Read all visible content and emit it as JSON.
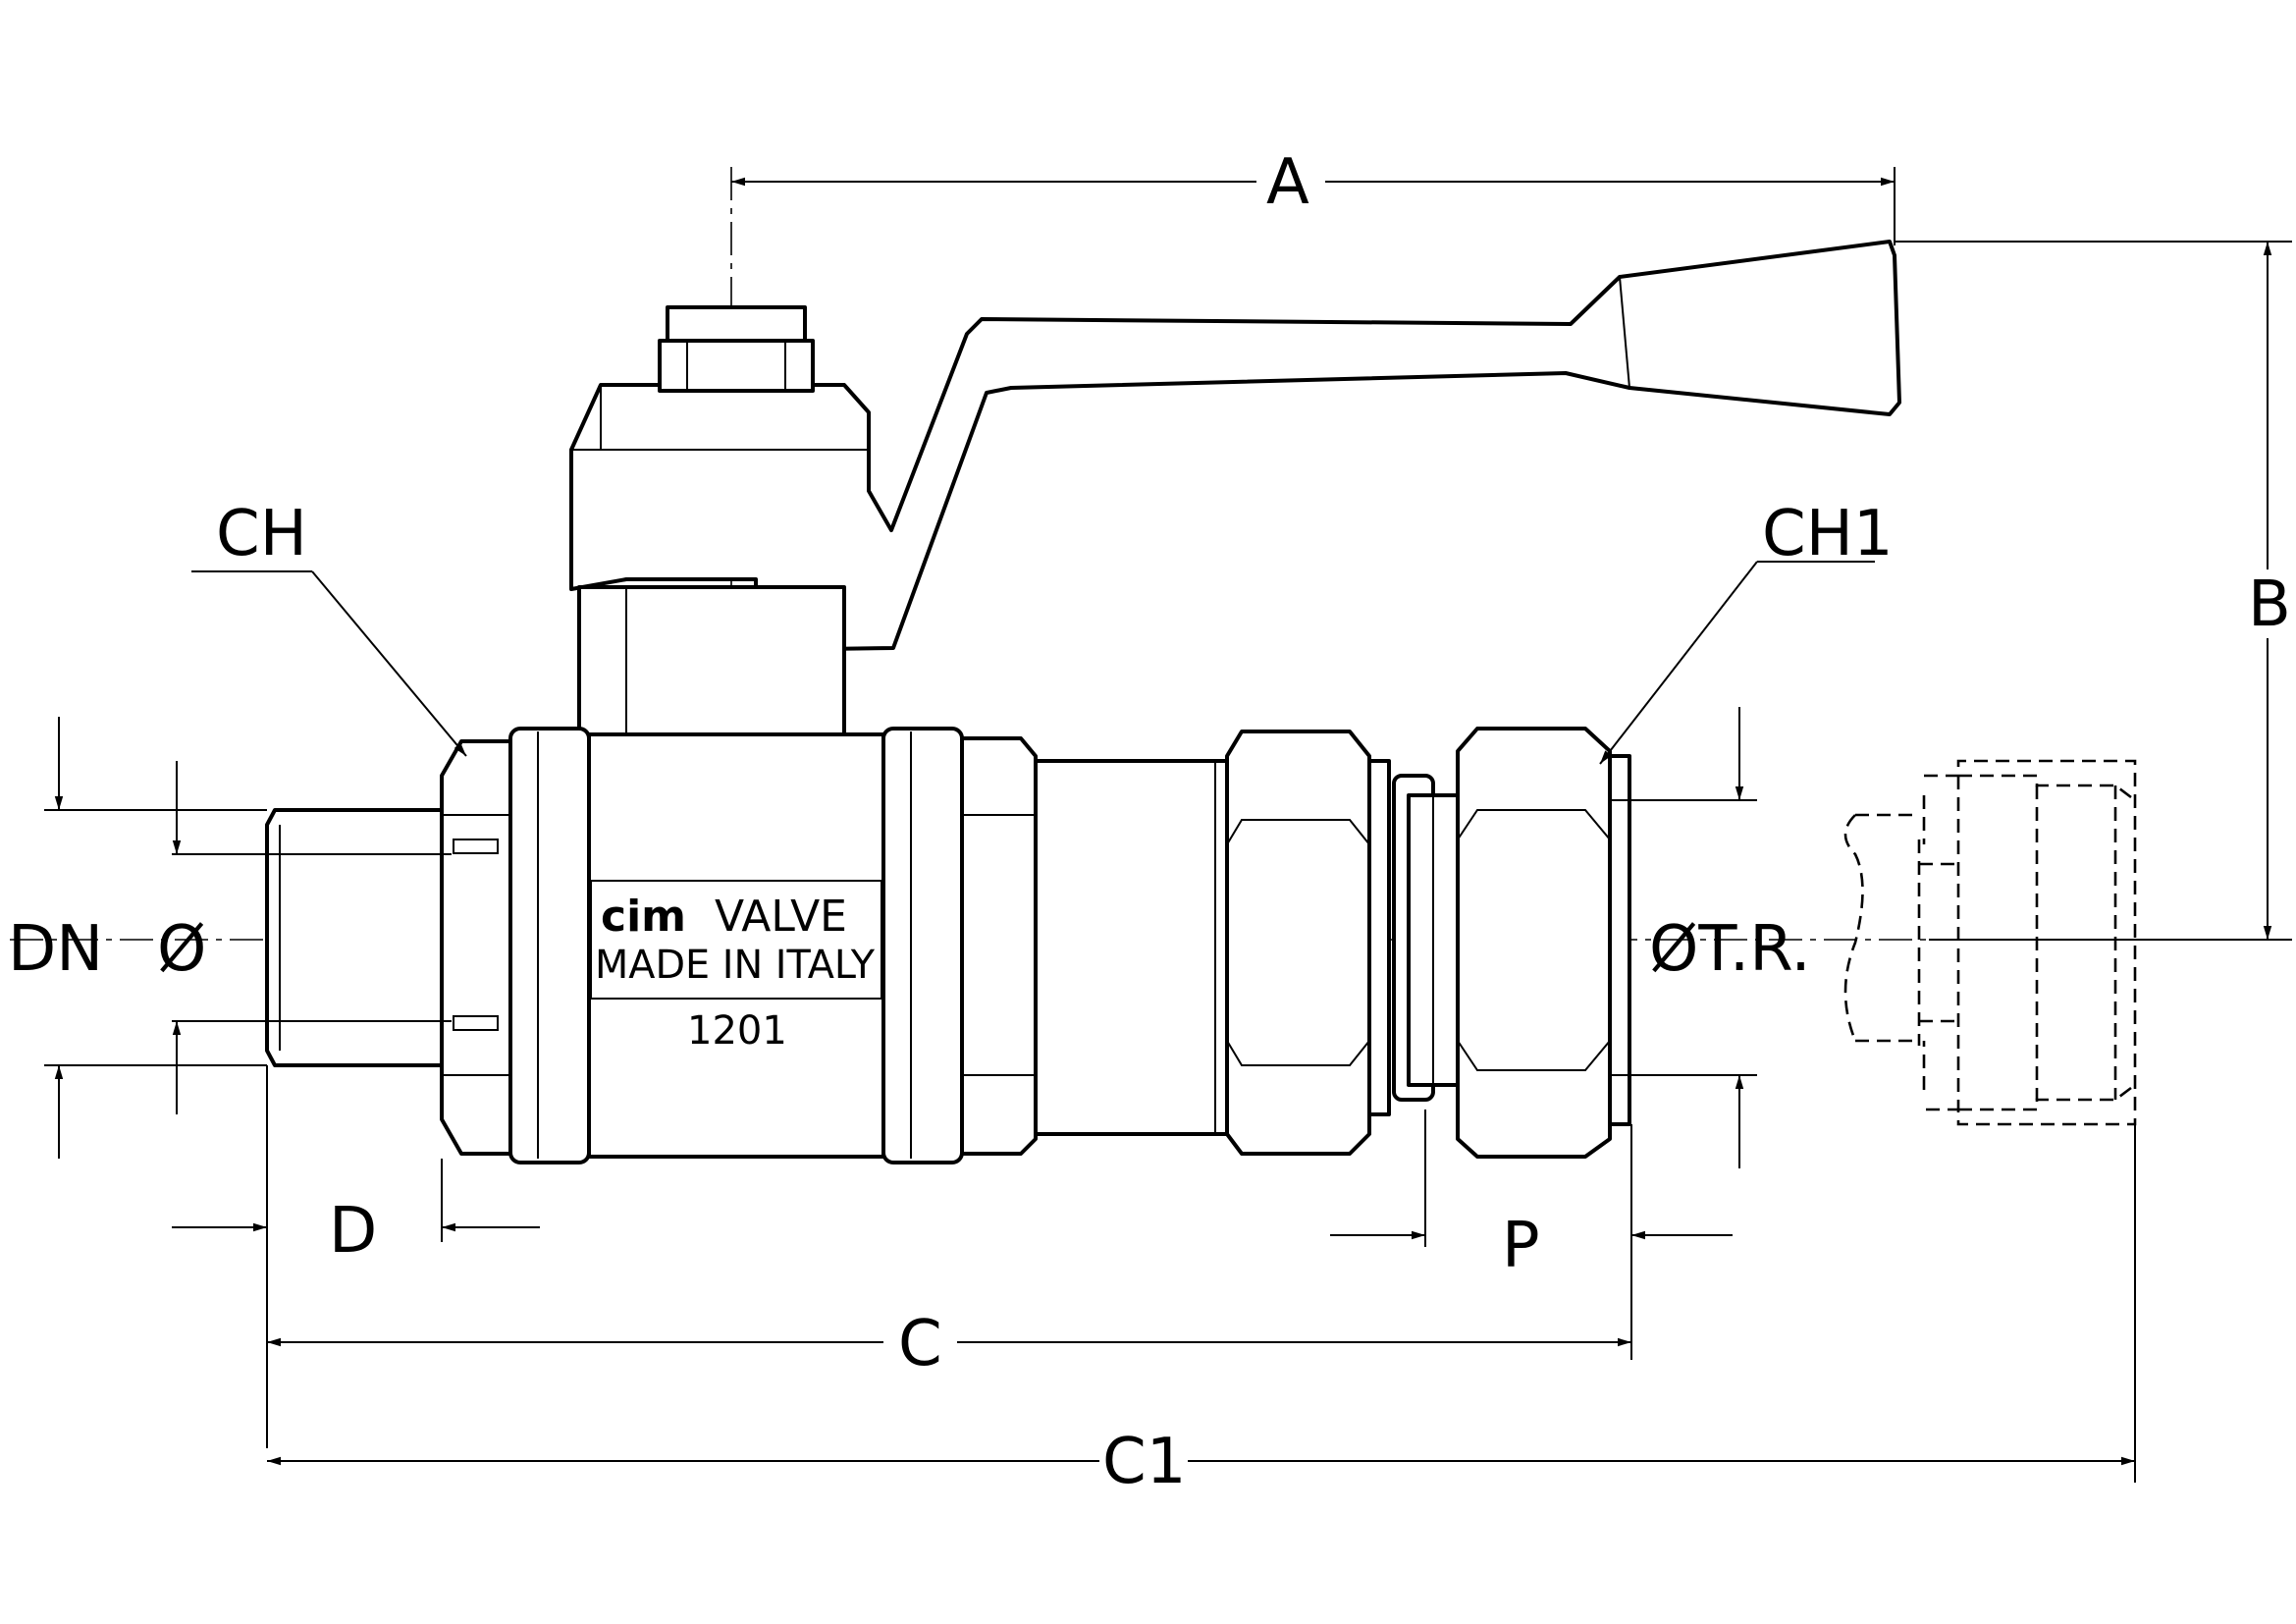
{
  "labels": {
    "A": "A",
    "B": "B",
    "C": "C",
    "C1": "C1",
    "CH": "CH",
    "CH1": "CH1",
    "D": "D",
    "P": "P",
    "DN": "DN",
    "diameter": "Ø",
    "tube_diameter": "ØT.R."
  },
  "body_marking": {
    "brand_logo": "cim",
    "brand_word": "VALVE",
    "origin": "MADE IN ITALY",
    "code": "1201"
  }
}
